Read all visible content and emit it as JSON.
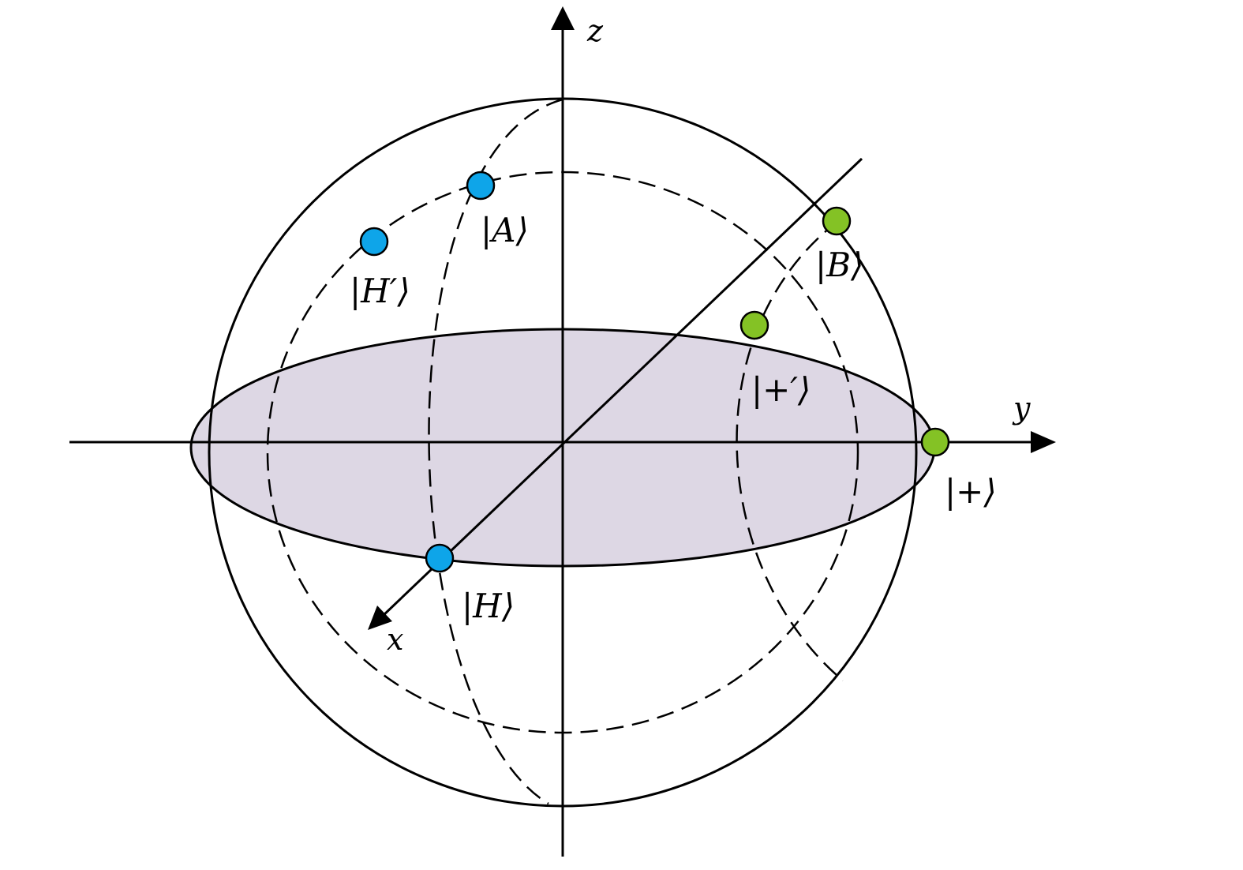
{
  "axes": {
    "x_label": "x",
    "y_label": "y",
    "z_label": "z"
  },
  "states": {
    "H": "|H⟩",
    "H_prime": "|H′⟩",
    "A": "|A⟩",
    "B": "|B⟩",
    "plus": "|+⟩",
    "plus_prime": "|+′⟩"
  },
  "colors": {
    "blue_points": "#0ea5e9",
    "green_points": "#84c225",
    "equatorial_plane": "#ddd7e4"
  }
}
